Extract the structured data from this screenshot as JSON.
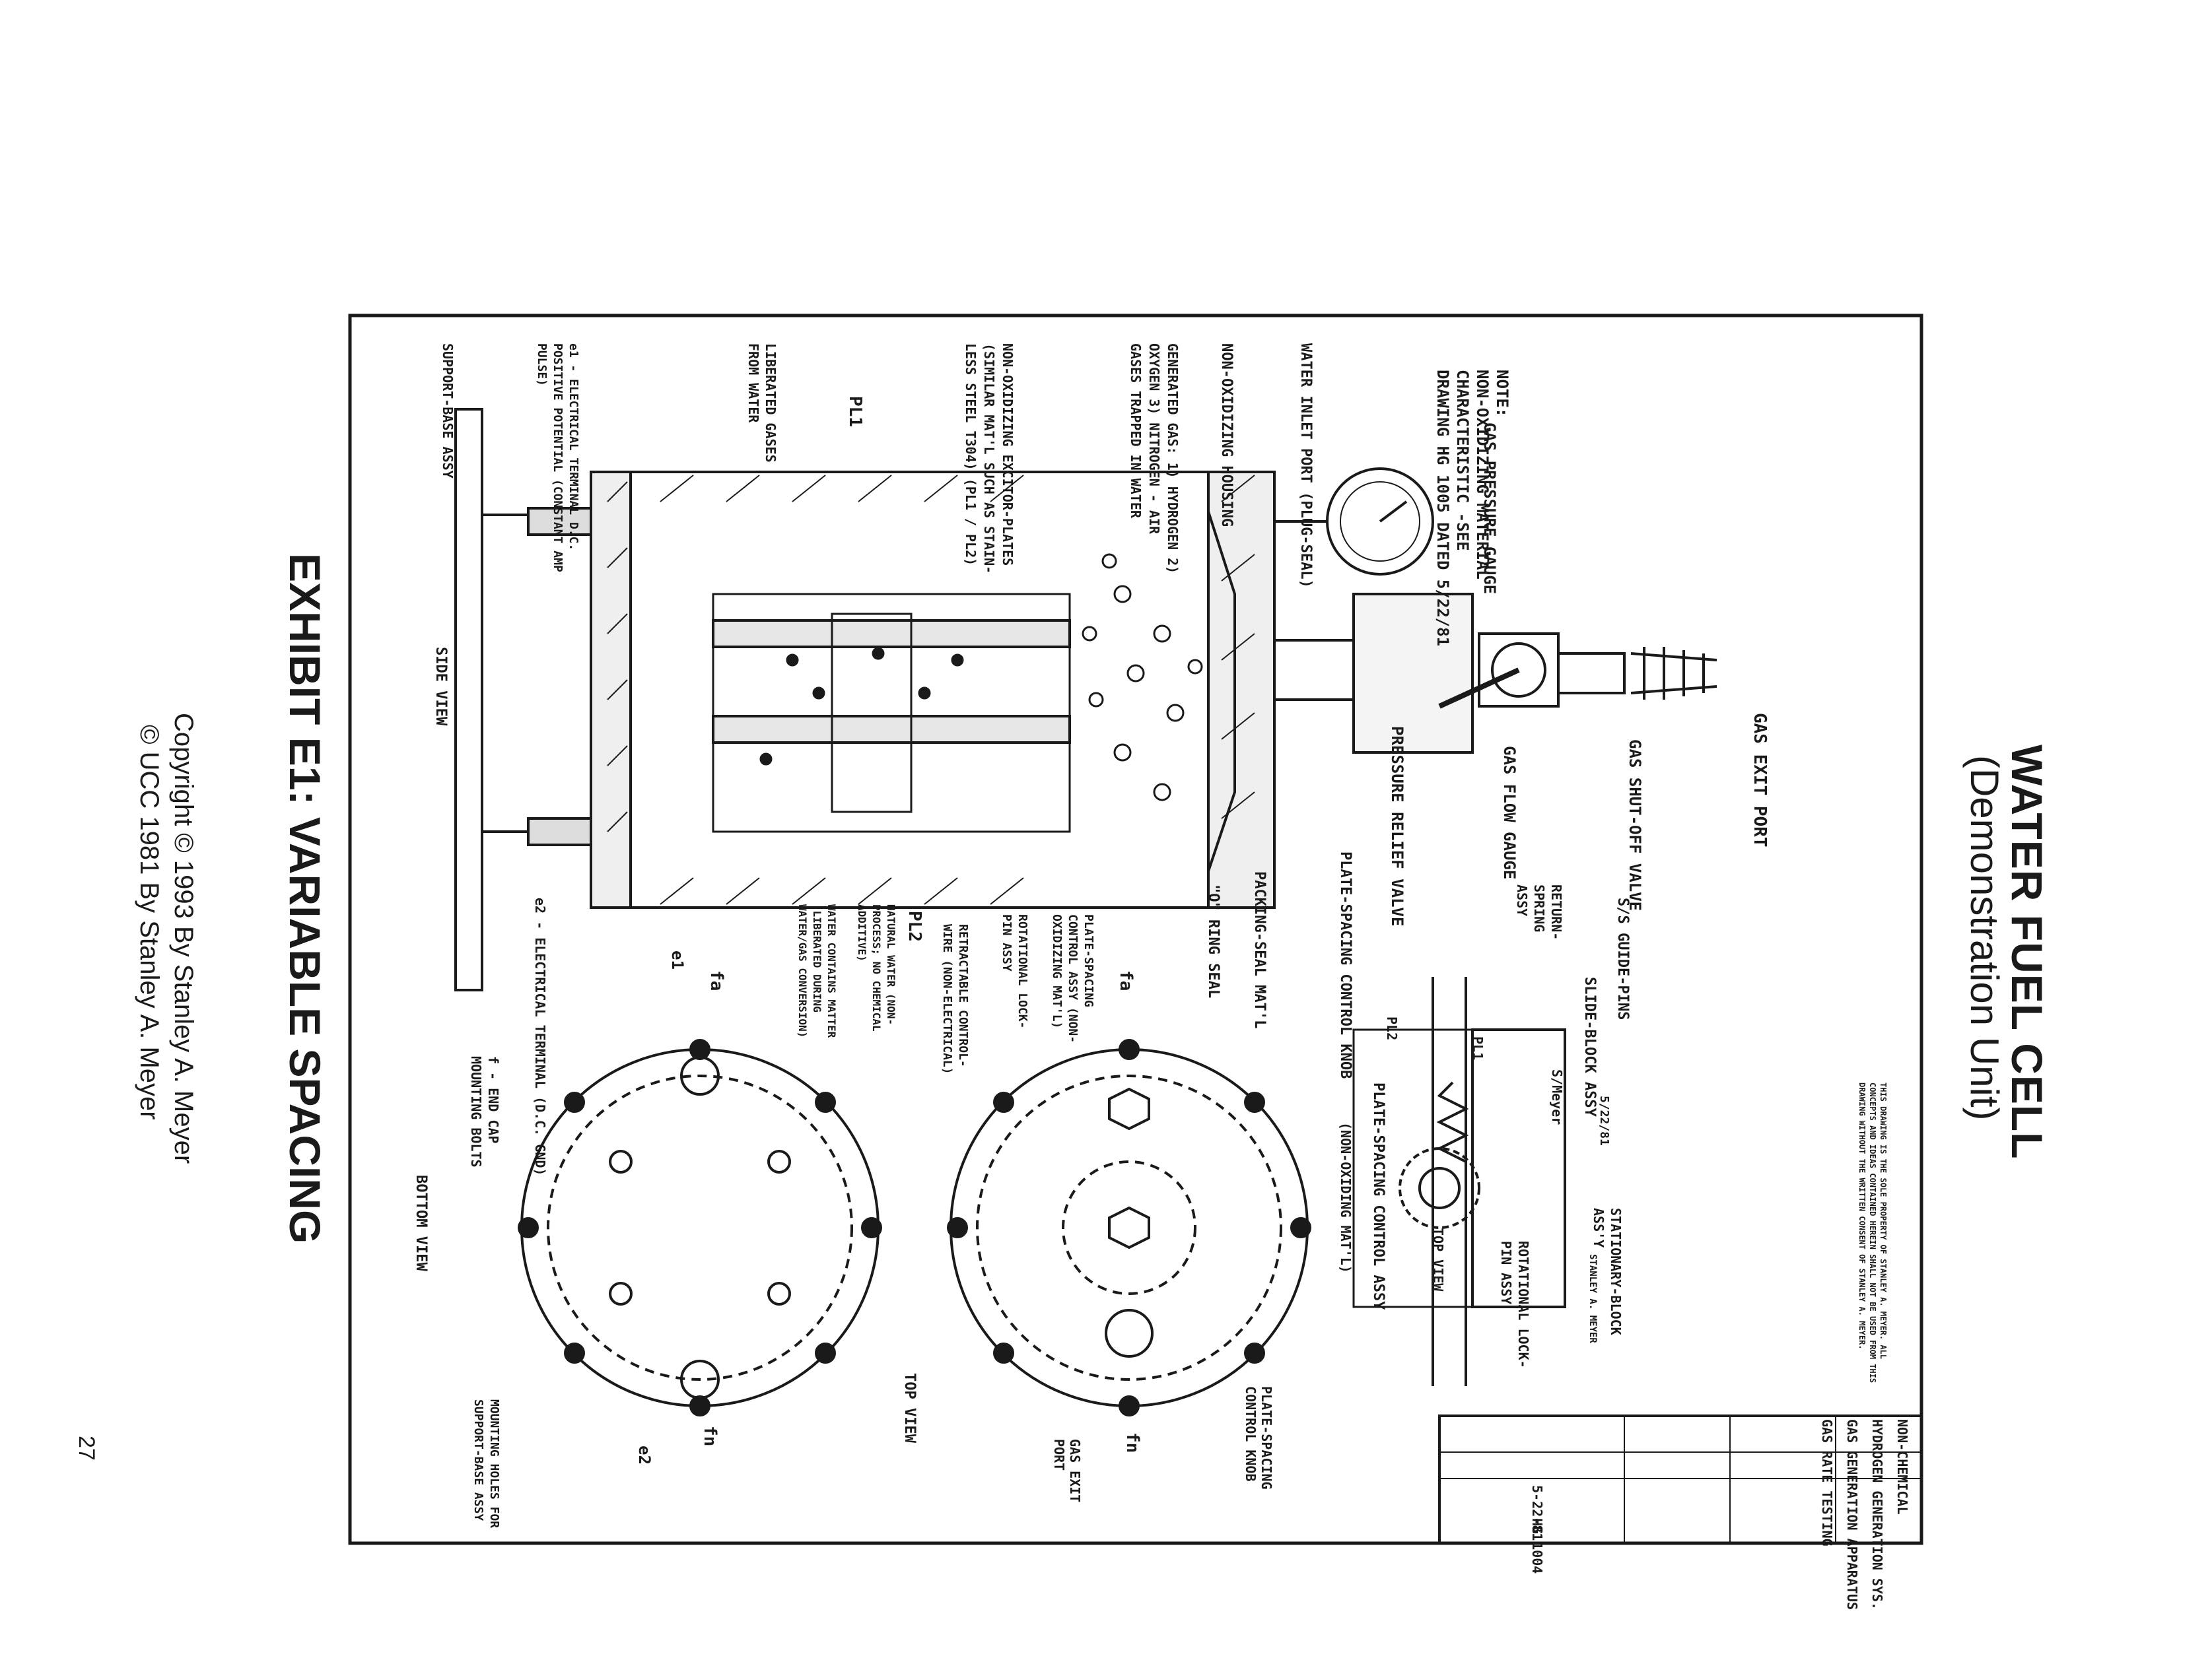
{
  "page": {
    "title": "WATER FUEL CELL",
    "subtitle": "(Demonstration Unit)",
    "exhibit": "EXHIBIT E1: VARIABLE SPACING",
    "copyright_1": "Copyright © 1993 By Stanley A. Meyer",
    "copyright_2": "© UCC 1981 By Stanley A. Meyer",
    "page_number": "27"
  },
  "drawing": {
    "notes": {
      "line1": "NOTE:",
      "line2": "NON-OXIDIZING MATERIAL",
      "line3": "CHARACTERISTIC -SEE",
      "line4": "DRAWING HG 1005 DATED 5/22/81"
    },
    "labels": {
      "gas_exit_port": "GAS EXIT PORT",
      "gas_shutoff_valve": "GAS SHUT-OFF VALVE",
      "gas_flow_gauge": "GAS FLOW GAUGE",
      "pressure_relief_valve": "PRESSURE RELIEF VALVE",
      "gas_pressure_gauge": "GAS PRESSURE GAUGE",
      "plate_spacing_control_knob": "PLATE-SPACING CONTROL KNOB",
      "packing_seal": "PACKING-SEAL MAT'L",
      "o_ring_seal": "\"O\" RING SEAL",
      "water_inlet_port": "WATER INLET PORT (PLUG-SEAL)",
      "non_oxidizing_housing": "NON-OXIDIZING HOUSING",
      "generated_gas": "GENERATED GAS: 1) HYDROGEN 2) OXYGEN 3) NITROGEN - AIR GASES TRAPPED IN WATER",
      "exciter_plates": "NON-OXIDIZING EXCITOR-PLATES (SIMILAR MAT'L SUCH AS STAIN-LESS STEEL T304) (PL1 / PL2)",
      "pl1": "PL1",
      "pl2": "PL2",
      "liberated_gases": "LIBERATED GASES FROM WATER",
      "e1_terminal": "e1 - ELECTRICAL TERMINAL D.C. POSITIVE POTENTIAL (CONSTANT AMP PULSE)",
      "e2_terminal": "e2 - ELECTRICAL TERMINAL (D.C. GND)",
      "support_base": "SUPPORT-BASE ASSY",
      "side_view": "SIDE VIEW",
      "plate_spacing_control_assy": "PLATE-SPACING CONTROL ASSY (NON-OXIDIZING MAT'L)",
      "rotational_lockpin": "ROTATIONAL LOCK-PIN ASSY",
      "retractable_control_wire": "RETRACTABLE CONTROL-WIRE (NON-ELECTRICAL)",
      "natural_water": "NATURAL WATER (NON-PROCESS; NO CHEMICAL ADDITIVE)",
      "water_gas_conversion": "WATER CONTAINS MATTER (LIBERATED DURING WATER/GAS CONVERSION)",
      "ss_guide_pins": "S/S GUIDE-PINS",
      "return_spring": "RETURN-SPRING ASSY",
      "slide_block": "SLIDE-BLOCK ASSY",
      "stationary_block": "STATIONARY-BLOCK ASS'Y",
      "rotational_lockpin_assy": "ROTATIONAL LOCK-PIN ASSY",
      "top_view_small": "TOP VIEW",
      "plate_spacing_control_assy_title": "PLATE-SPACING CONTROL ASSY",
      "non_oxiding_matl": "(NON-OXIDING MAT'L)",
      "end_cap_bolts": "f - END CAP MOUNTING BOLTS",
      "bottom_view": "BOTTOM VIEW",
      "top_view": "TOP VIEW",
      "mounting_holes": "MOUNTING HOLES FOR SUPPORT-BASE ASSY",
      "gas_exit_port_2": "GAS EXIT PORT",
      "plate_spacing_knob_2": "PLATE-SPACING CONTROL KNOB",
      "fa": "fa",
      "fn": "fn",
      "e1": "e1",
      "e2": "e2",
      "pl1_small": "PL1",
      "pl2_small": "PL2"
    },
    "title_block": {
      "row1": "NON-CHEMICAL",
      "row2": "HYDROGEN GENERATION SYS.",
      "row3": "GAS GENERATION APPARATUS",
      "row4": "GAS RATE TESTING",
      "date": "5-22-81",
      "dwg_no": "HG 1004",
      "signed": "S/Meyer",
      "dated": "5/22/81",
      "signer": "STANLEY A. MEYER",
      "legal": "THIS DRAWING IS THE SOLE PROPERTY OF STANLEY A. MEYER. ALL CONCEPTS AND IDEAS CONTAINED HEREIN SHALL NOT BE USED FROM THIS DRAWING WITHOUT THE WRITTEN CONSENT OF STANLEY A. MEYER."
    }
  }
}
